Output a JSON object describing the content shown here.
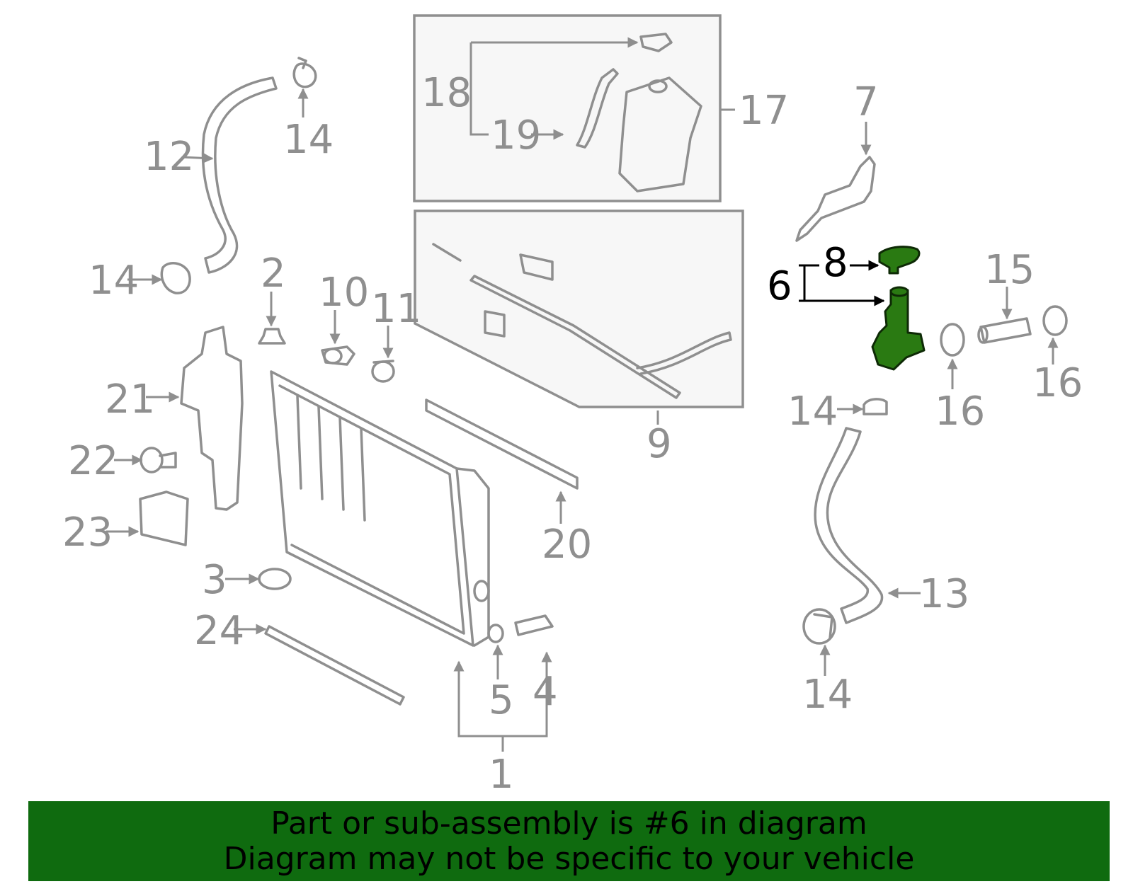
{
  "diagram": {
    "highlight_color": "#2a7a12",
    "part_color": "#8f8f8f",
    "callouts": [
      {
        "id": "c1",
        "label": "1"
      },
      {
        "id": "c2",
        "label": "2"
      },
      {
        "id": "c3",
        "label": "3"
      },
      {
        "id": "c4",
        "label": "4"
      },
      {
        "id": "c5",
        "label": "5"
      },
      {
        "id": "c6",
        "label": "6"
      },
      {
        "id": "c7",
        "label": "7"
      },
      {
        "id": "c8",
        "label": "8"
      },
      {
        "id": "c9",
        "label": "9"
      },
      {
        "id": "c10",
        "label": "10"
      },
      {
        "id": "c11",
        "label": "11"
      },
      {
        "id": "c12",
        "label": "12"
      },
      {
        "id": "c13",
        "label": "13"
      },
      {
        "id": "c14a",
        "label": "14"
      },
      {
        "id": "c14b",
        "label": "14"
      },
      {
        "id": "c14c",
        "label": "14"
      },
      {
        "id": "c14d",
        "label": "14"
      },
      {
        "id": "c15",
        "label": "15"
      },
      {
        "id": "c16a",
        "label": "16"
      },
      {
        "id": "c16b",
        "label": "16"
      },
      {
        "id": "c17",
        "label": "17"
      },
      {
        "id": "c18",
        "label": "18"
      },
      {
        "id": "c19",
        "label": "19"
      },
      {
        "id": "c20",
        "label": "20"
      },
      {
        "id": "c21",
        "label": "21"
      },
      {
        "id": "c22",
        "label": "22"
      },
      {
        "id": "c23",
        "label": "23"
      },
      {
        "id": "c24",
        "label": "24"
      }
    ]
  },
  "banner": {
    "line1": "Part or sub-assembly is #6 in diagram",
    "line2": "Diagram may not be specific to your vehicle",
    "background": "#0f6b0f"
  }
}
